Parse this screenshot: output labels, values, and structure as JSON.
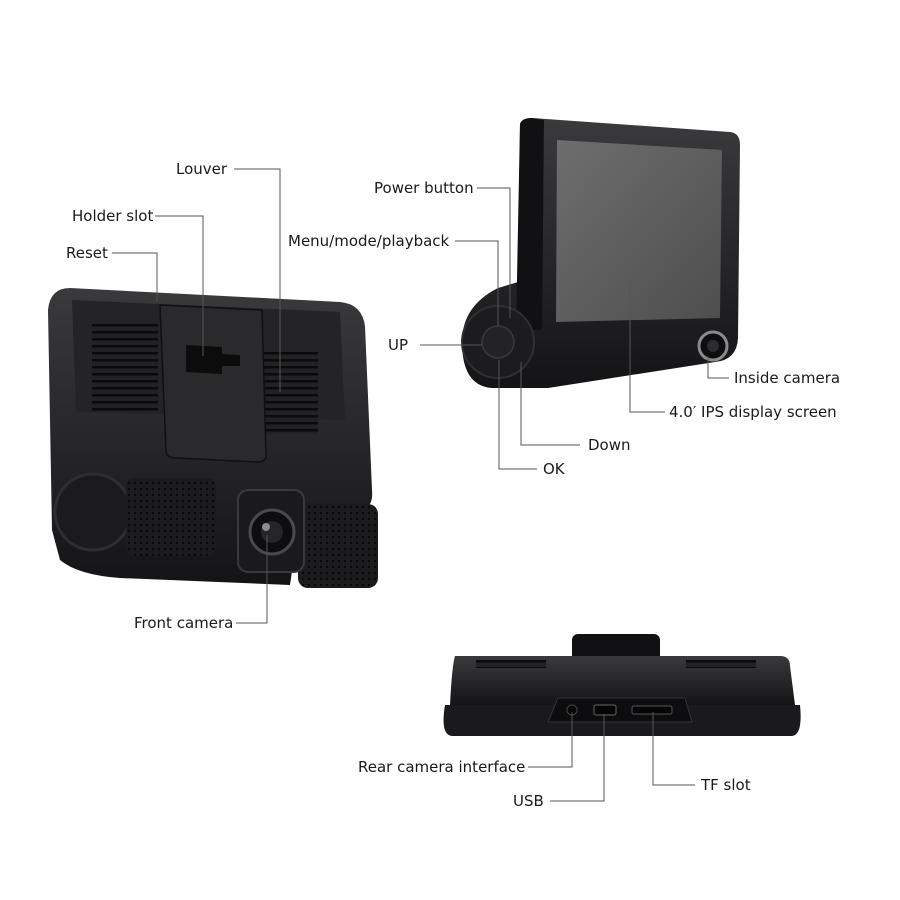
{
  "labels": {
    "louver": "Louver",
    "holder_slot": "Holder slot",
    "reset": "Reset",
    "front_camera": "Front camera",
    "power_button": "Power button",
    "menu_mode_playback": "Menu/mode/playback",
    "up": "UP",
    "inside_camera": "Inside camera",
    "display_screen": "4.0′ IPS display screen",
    "down": "Down",
    "ok": "OK",
    "rear_camera_interface": "Rear camera interface",
    "usb": "USB",
    "tf_slot": "TF slot"
  },
  "colors": {
    "device_body": "#1c1c1e",
    "screen": "#5d5d5d",
    "leader_line": "#555555",
    "label_text": "#1a1a1a"
  }
}
